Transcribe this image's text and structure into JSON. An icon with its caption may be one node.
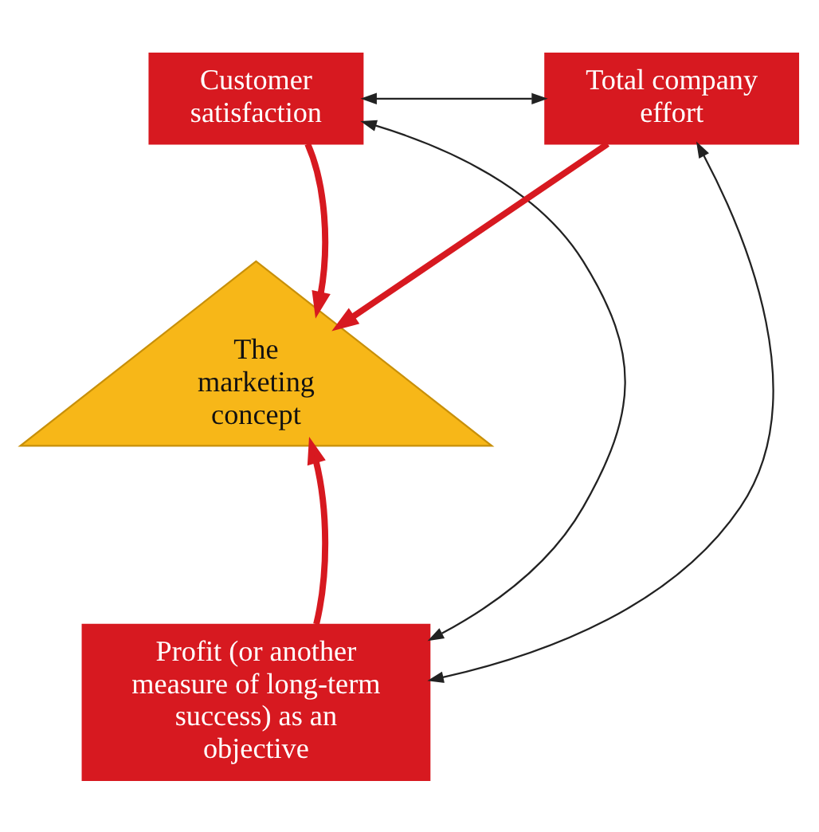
{
  "diagram": {
    "nodes": [
      {
        "text": [
          "Customer satisfaction"
        ]
      },
      {
        "text": [
          "Total company effort"
        ]
      },
      {
        "text": [
          "The marketing concept"
        ]
      },
      {
        "text": [
          "Profit (or another measure of long-term success) as an objective"
        ]
      }
    ],
    "edges": [
      {
        "from": 0,
        "to": 1,
        "arrow": "both",
        "color": "#222222"
      },
      {
        "from": 0,
        "to": 2,
        "arrow": "to",
        "style": "thick",
        "color": "#d71920"
      },
      {
        "from": 1,
        "to": 2,
        "arrow": "to",
        "style": "thick",
        "color": "#d71920"
      },
      {
        "from": 0,
        "to": 3,
        "arrow": "both",
        "color": "#222222"
      },
      {
        "from": 1,
        "to": 3,
        "arrow": "both",
        "color": "#222222"
      },
      {
        "from": 3,
        "to": 2,
        "arrow": "to",
        "style": "thick",
        "color": "#d71920"
      }
    ]
  }
}
